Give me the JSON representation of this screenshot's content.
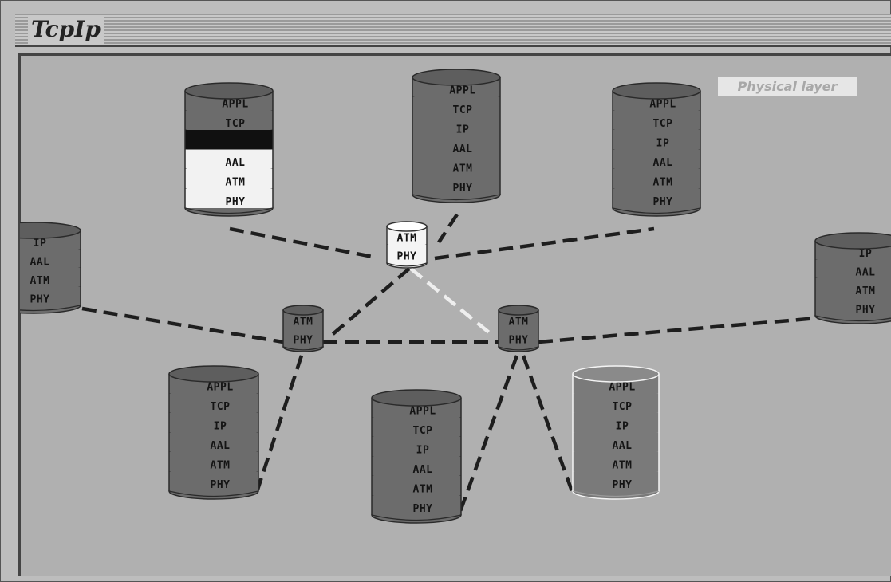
{
  "window": {
    "title": "TcpIp"
  },
  "diagram": {
    "physical_layer_label": "Physical layer",
    "stacks": [
      {
        "id": "stack-top-left",
        "layers": [
          "APPL",
          "TCP",
          "",
          "AAL",
          "ATM",
          "PHY"
        ]
      },
      {
        "id": "stack-top-center",
        "layers": [
          "APPL",
          "TCP",
          "IP",
          "AAL",
          "ATM",
          "PHY"
        ]
      },
      {
        "id": "stack-top-right",
        "layers": [
          "APPL",
          "TCP",
          "IP",
          "AAL",
          "ATM",
          "PHY"
        ]
      },
      {
        "id": "stack-left",
        "layers": [
          "IP",
          "AAL",
          "ATM",
          "PHY"
        ]
      },
      {
        "id": "stack-right",
        "layers": [
          "IP",
          "AAL",
          "ATM",
          "PHY"
        ]
      },
      {
        "id": "stack-bottom-left",
        "layers": [
          "APPL",
          "TCP",
          "IP",
          "AAL",
          "ATM",
          "PHY"
        ]
      },
      {
        "id": "stack-bottom-center",
        "layers": [
          "APPL",
          "TCP",
          "IP",
          "AAL",
          "ATM",
          "PHY"
        ]
      },
      {
        "id": "stack-bottom-right",
        "layers": [
          "APPL",
          "TCP",
          "IP",
          "AAL",
          "ATM",
          "PHY"
        ]
      }
    ],
    "switches": [
      {
        "id": "switch-center",
        "layers": [
          "ATM",
          "PHY"
        ]
      },
      {
        "id": "switch-left",
        "layers": [
          "ATM",
          "PHY"
        ]
      },
      {
        "id": "switch-right",
        "layers": [
          "ATM",
          "PHY"
        ]
      }
    ]
  }
}
